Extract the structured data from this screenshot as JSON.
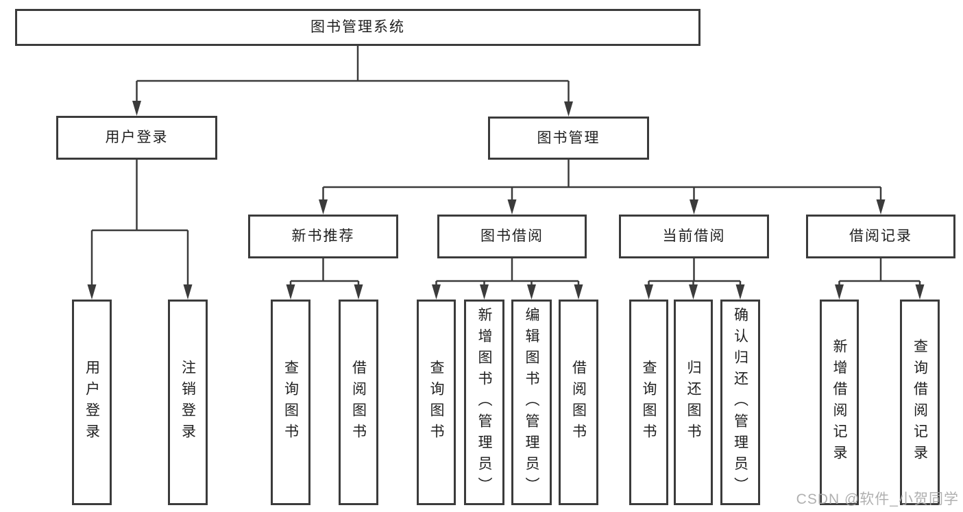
{
  "colors": {
    "line": "#3b3b3b",
    "box_border": "#3b3b3b",
    "text": "#1f1f1f",
    "background": "#ffffff",
    "watermark": "#a7a7a7"
  },
  "watermark": {
    "text": "CSDN @软件_小贺同学"
  },
  "tree": {
    "root": {
      "label": "图书管理系统",
      "children": [
        {
          "label": "用户登录",
          "children": [
            {
              "label": "用户登录"
            },
            {
              "label": "注销登录"
            }
          ]
        },
        {
          "label": "图书管理",
          "children": [
            {
              "label": "新书推荐",
              "children": [
                {
                  "label": "查询图书"
                },
                {
                  "label": "借阅图书"
                }
              ]
            },
            {
              "label": "图书借阅",
              "children": [
                {
                  "label": "查询图书"
                },
                {
                  "label": "新增图书（管理员）"
                },
                {
                  "label": "编辑图书（管理员）"
                },
                {
                  "label": "借阅图书"
                }
              ]
            },
            {
              "label": "当前借阅",
              "children": [
                {
                  "label": "查询图书"
                },
                {
                  "label": "归还图书"
                },
                {
                  "label": "确认归还（管理员）"
                }
              ]
            },
            {
              "label": "借阅记录",
              "children": [
                {
                  "label": "新增借阅记录"
                },
                {
                  "label": "查询借阅记录"
                }
              ]
            }
          ]
        }
      ]
    }
  }
}
